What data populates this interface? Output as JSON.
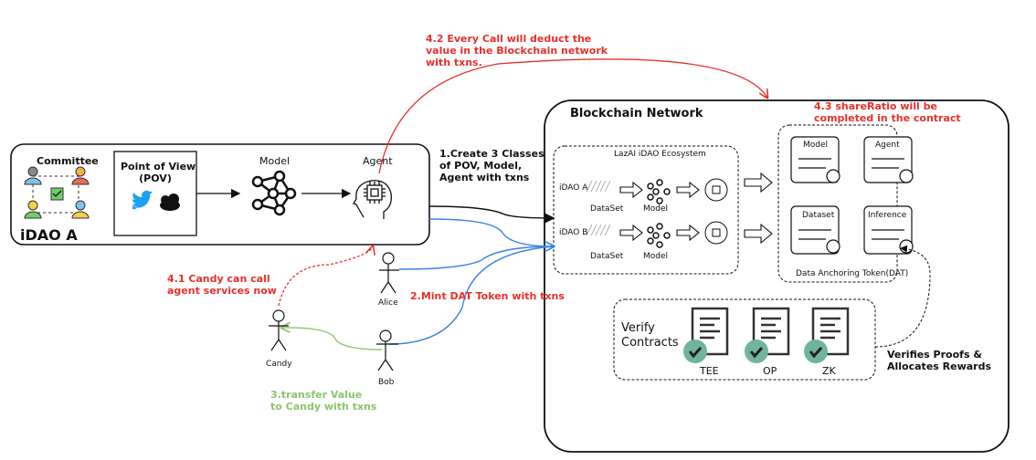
{
  "colors": {
    "red": "#e8302a",
    "blue": "#3b82e6",
    "green": "#8cc56a",
    "teal": "#6fb59b",
    "ink": "#111111"
  },
  "idao_panel": {
    "title": "iDAO A",
    "committee_label": "Committee",
    "pov_title": "Point of View\n(POV)",
    "pov_icons": [
      "twitter-icon",
      "cloud-face-icon"
    ],
    "model_label": "Model",
    "agent_label": "Agent"
  },
  "annotations": {
    "step1": "1.Create 3 Classes\nof POV, Model,\nAgent with txns",
    "step2": "2.Mint DAT Token with txns",
    "step3": "3.transfer Value\nto Candy with txns",
    "step4_1": "4.1 Candy can call\nagent services now",
    "step4_2": "4.2 Every Call will deduct the\nvalue in the Blockchain network\nwith txns.",
    "step4_3": "4.3 shareRatio will be\ncompleted in the contract"
  },
  "actors": {
    "alice": "Alice",
    "bob": "Bob",
    "candy": "Candy"
  },
  "blockchain": {
    "title": "Blockchain Network",
    "ecosystem": {
      "title": "LazAI iDAO Ecosystem",
      "rows": [
        {
          "label": "iDAO A",
          "dataset": "DataSet",
          "model": "Model"
        },
        {
          "label": "iDAO B",
          "dataset": "DataSet",
          "model": "Model"
        }
      ]
    },
    "dat": {
      "caption": "Data Anchoring Token(DAT)",
      "cards": [
        "Model",
        "Agent",
        "Dataset",
        "Inference"
      ]
    },
    "verify": {
      "title": "Verify\nContracts",
      "items": [
        "TEE",
        "OP",
        "ZK"
      ]
    },
    "verify_note": "Verifies Proofs &\nAllocates Rewards"
  }
}
